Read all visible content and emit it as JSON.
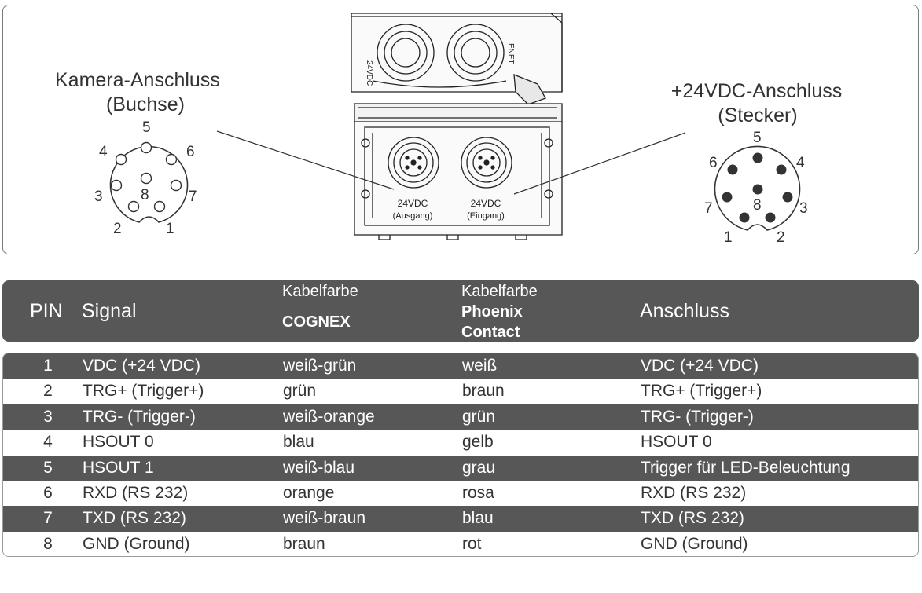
{
  "diagram": {
    "left_connector": {
      "title_line1": "Kamera-Anschluss",
      "title_line2": "(Buchse)",
      "pins": [
        "1",
        "2",
        "3",
        "4",
        "5",
        "6",
        "7",
        "8"
      ]
    },
    "right_connector": {
      "title_line1": "+24VDC-Anschluss",
      "title_line2": "(Stecker)",
      "pins": [
        "1",
        "2",
        "3",
        "4",
        "5",
        "6",
        "7",
        "8"
      ]
    },
    "device": {
      "left_port_label": "24VDC",
      "left_port_sub": "(Ausgang)",
      "right_port_label": "24VDC",
      "right_port_sub": "(Eingang)",
      "top_label_left": "24VDC",
      "top_label_right": "ENET"
    }
  },
  "table": {
    "headers": {
      "pin": "PIN",
      "signal": "Signal",
      "cognex_line1": "Kabelfarbe",
      "cognex_line2": "COGNEX",
      "phoenix_line1": "Kabelfarbe",
      "phoenix_line2": "Phoenix",
      "phoenix_line3": "Contact",
      "anschluss": "Anschluss"
    },
    "rows": [
      {
        "pin": "1",
        "signal": "VDC (+24 VDC)",
        "cognex": "weiß-grün",
        "phoenix": "weiß",
        "anschluss": "VDC (+24 VDC)"
      },
      {
        "pin": "2",
        "signal": "TRG+ (Trigger+)",
        "cognex": "grün",
        "phoenix": "braun",
        "anschluss": "TRG+ (Trigger+)"
      },
      {
        "pin": "3",
        "signal": "TRG- (Trigger-)",
        "cognex": "weiß-orange",
        "phoenix": "grün",
        "anschluss": "TRG- (Trigger-)"
      },
      {
        "pin": "4",
        "signal": "HSOUT 0",
        "cognex": "blau",
        "phoenix": "gelb",
        "anschluss": "HSOUT 0"
      },
      {
        "pin": "5",
        "signal": "HSOUT 1",
        "cognex": "weiß-blau",
        "phoenix": "grau",
        "anschluss": "Trigger für LED-Beleuchtung"
      },
      {
        "pin": "6",
        "signal": "RXD (RS 232)",
        "cognex": "orange",
        "phoenix": "rosa",
        "anschluss": "RXD (RS 232)"
      },
      {
        "pin": "7",
        "signal": "TXD (RS 232)",
        "cognex": "weiß-braun",
        "phoenix": "blau",
        "anschluss": "TXD (RS 232)"
      },
      {
        "pin": "8",
        "signal": "GND (Ground)",
        "cognex": "braun",
        "phoenix": "rot",
        "anschluss": "GND (Ground)"
      }
    ]
  },
  "colors": {
    "header_bg": "#575757",
    "row_dark": "#575757",
    "row_light": "#ffffff",
    "border": "#7a7a7a"
  }
}
